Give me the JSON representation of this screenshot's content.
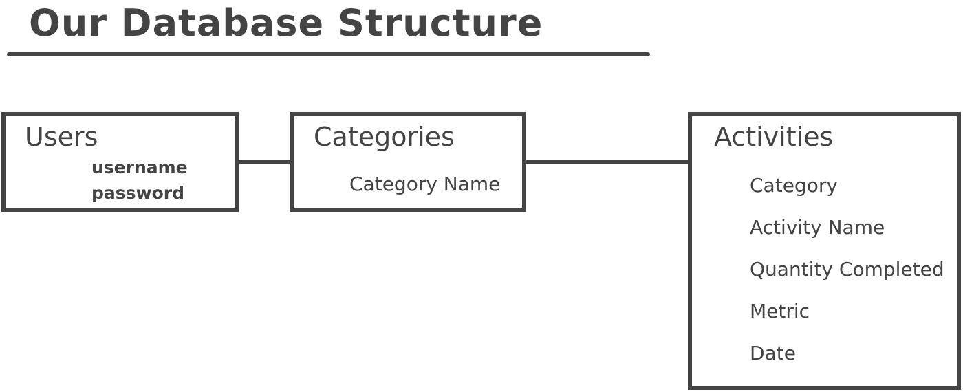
{
  "title": "Our Database Structure",
  "entities": {
    "users": {
      "name": "Users",
      "fields": [
        "username",
        "password"
      ]
    },
    "categories": {
      "name": "Categories",
      "fields": [
        "Category Name"
      ]
    },
    "activities": {
      "name": "Activities",
      "fields": [
        "Category",
        "Activity Name",
        "Quantity Completed",
        "Metric",
        "Date"
      ]
    }
  },
  "colors": {
    "ink": "#444444",
    "background": "#ffffff"
  }
}
